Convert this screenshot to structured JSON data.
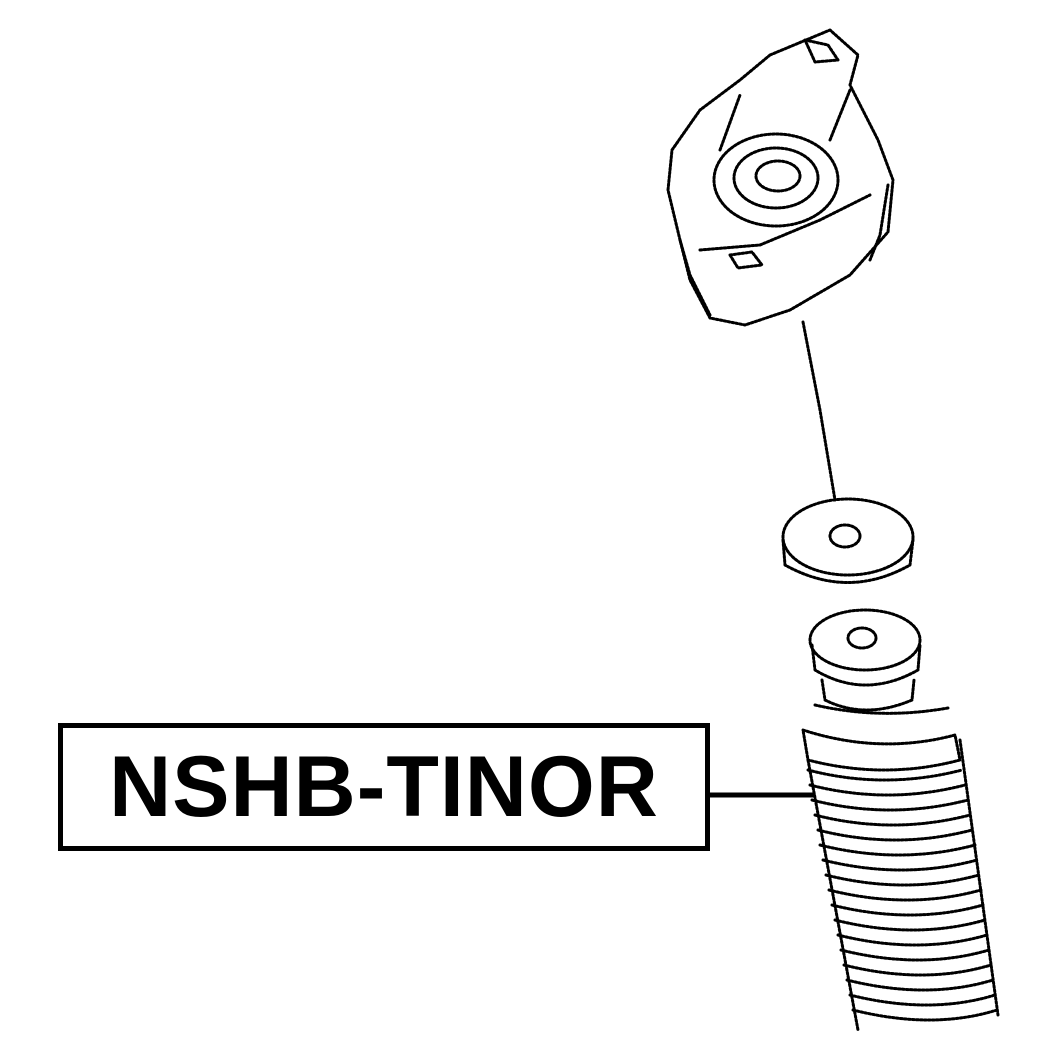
{
  "part_label": "NSHB-TINOR",
  "components": [
    {
      "name": "strut-mount",
      "icon": "strut-mount-icon"
    },
    {
      "name": "bump-stop-washer",
      "icon": "washer-icon"
    },
    {
      "name": "bump-stop",
      "icon": "bump-stop-icon"
    },
    {
      "name": "dust-boot",
      "icon": "bellows-icon"
    }
  ],
  "colors": {
    "line": "#000000",
    "background": "#ffffff"
  }
}
